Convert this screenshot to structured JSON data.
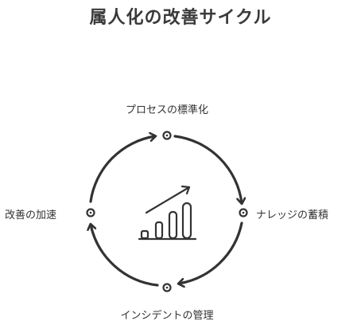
{
  "title": "属人化の改善サイクル",
  "nodes": {
    "top": "プロセスの標準化",
    "right": "ナレッジの蓄積",
    "bottom": "インシデントの管理",
    "left": "改善の加速"
  },
  "icons": {
    "center": "growth-bar-chart-icon",
    "arrows": "cycle-arrow-icon",
    "nodes": "node-dot-icon"
  },
  "colors": {
    "stroke": "#333333",
    "text": "#333333"
  }
}
